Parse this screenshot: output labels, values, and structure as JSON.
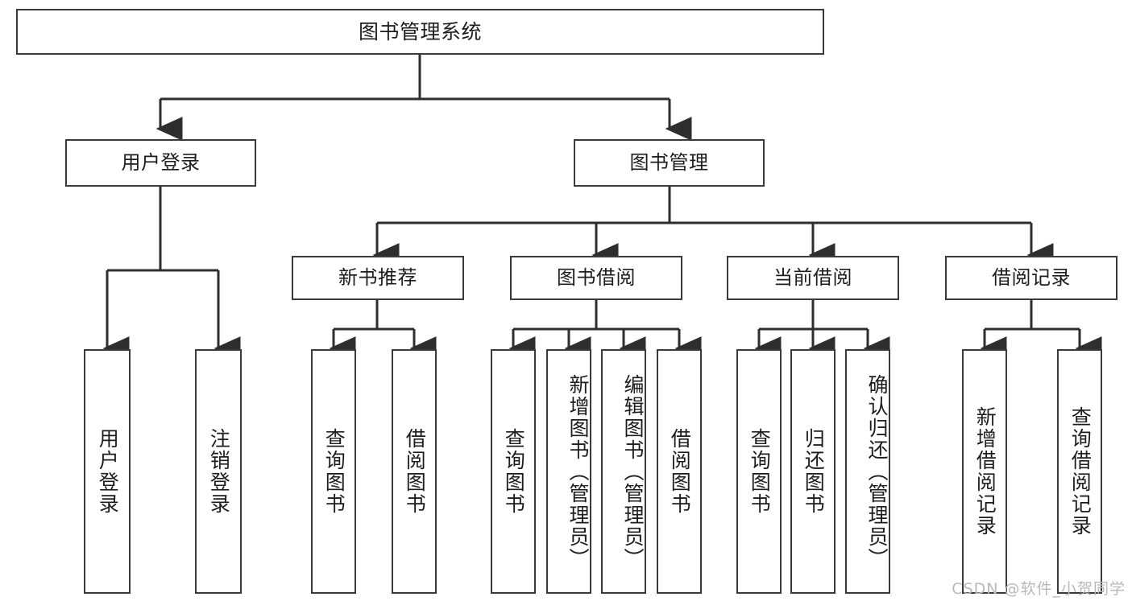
{
  "diagram": {
    "type": "tree-hierarchy",
    "title": "图书管理系统",
    "root": {
      "label": "图书管理系统"
    },
    "level2": [
      {
        "label": "用户登录"
      },
      {
        "label": "图书管理"
      }
    ],
    "level3": [
      {
        "label": "新书推荐"
      },
      {
        "label": "图书借阅"
      },
      {
        "label": "当前借阅"
      },
      {
        "label": "借阅记录"
      }
    ],
    "leaves": {
      "user_login": [
        {
          "label": "用户登录"
        },
        {
          "label": "注销登录"
        }
      ],
      "new_book_recommend": [
        {
          "label": "查询图书"
        },
        {
          "label": "借阅图书"
        }
      ],
      "book_borrow": [
        {
          "label": "查询图书"
        },
        {
          "label": "新增图书（管理员）"
        },
        {
          "label": "编辑图书（管理员）"
        },
        {
          "label": "借阅图书"
        }
      ],
      "current_borrow": [
        {
          "label": "查询图书"
        },
        {
          "label": "归还图书"
        },
        {
          "label": "确认归还（管理员）"
        }
      ],
      "borrow_records": [
        {
          "label": "新增借阅记录"
        },
        {
          "label": "查询借阅记录"
        }
      ]
    }
  },
  "watermark": {
    "text": "CSDN @软件_小贺同学"
  },
  "colors": {
    "stroke": "#3a3a3a",
    "text": "#1d1d1d",
    "background": "#ffffff",
    "watermark": "#b9b9b9"
  }
}
